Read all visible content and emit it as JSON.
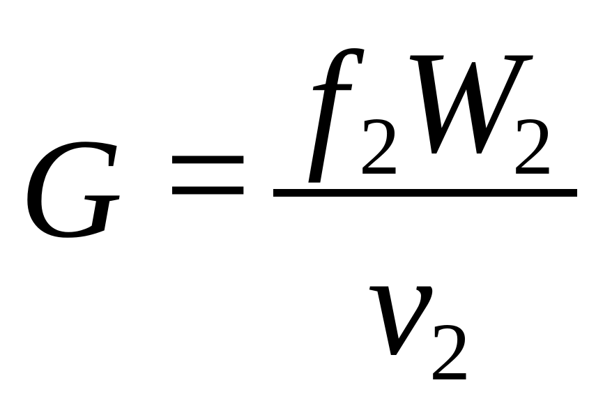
{
  "formula": {
    "lhs": "G",
    "equals": "=",
    "numerator": {
      "f": "f",
      "f_sub": "2",
      "W": "W",
      "W_sub": "2"
    },
    "denominator": {
      "v": "v",
      "v_sub": "2"
    }
  }
}
